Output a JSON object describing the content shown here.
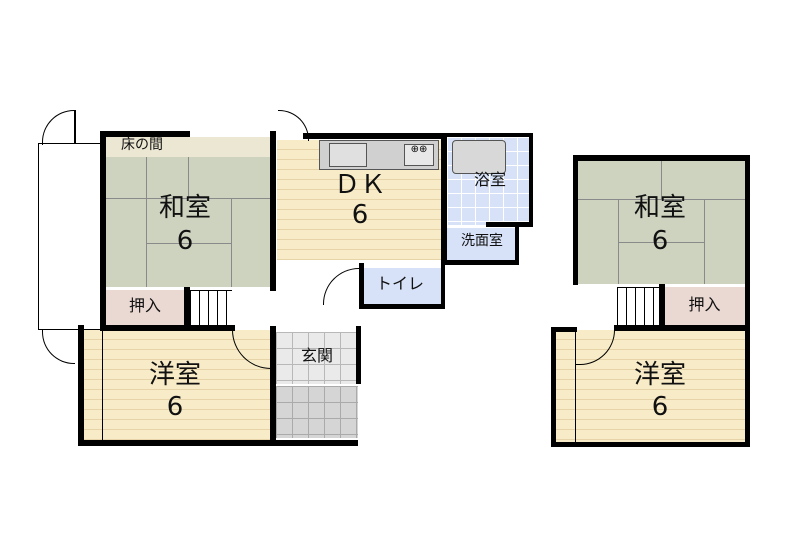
{
  "floor_plan": {
    "floor1": {
      "rooms": [
        {
          "id": "washitsu1",
          "name": "和室",
          "size": "6"
        },
        {
          "id": "tokonoma",
          "name": "床の間"
        },
        {
          "id": "oshiire1",
          "name": "押入"
        },
        {
          "id": "dk",
          "name": "ＤＫ",
          "size": "6"
        },
        {
          "id": "yokushitsu",
          "name": "浴室"
        },
        {
          "id": "senmenshitsu",
          "name": "洗面室"
        },
        {
          "id": "toilet",
          "name": "トイレ"
        },
        {
          "id": "genkan",
          "name": "玄関"
        },
        {
          "id": "youshitsu1",
          "name": "洋室",
          "size": "6"
        }
      ]
    },
    "floor2": {
      "rooms": [
        {
          "id": "washitsu2",
          "name": "和室",
          "size": "6"
        },
        {
          "id": "oshiire2",
          "name": "押入"
        },
        {
          "id": "youshitsu2",
          "name": "洋室",
          "size": "6"
        }
      ]
    },
    "colors": {
      "tatami": "#cdd3bf",
      "wood_floor": "#f8ecc8",
      "closet": "#ead8d2",
      "wet_area": "#d7e2f8",
      "genkan": "#eaeaea",
      "wall": "#000000"
    }
  }
}
